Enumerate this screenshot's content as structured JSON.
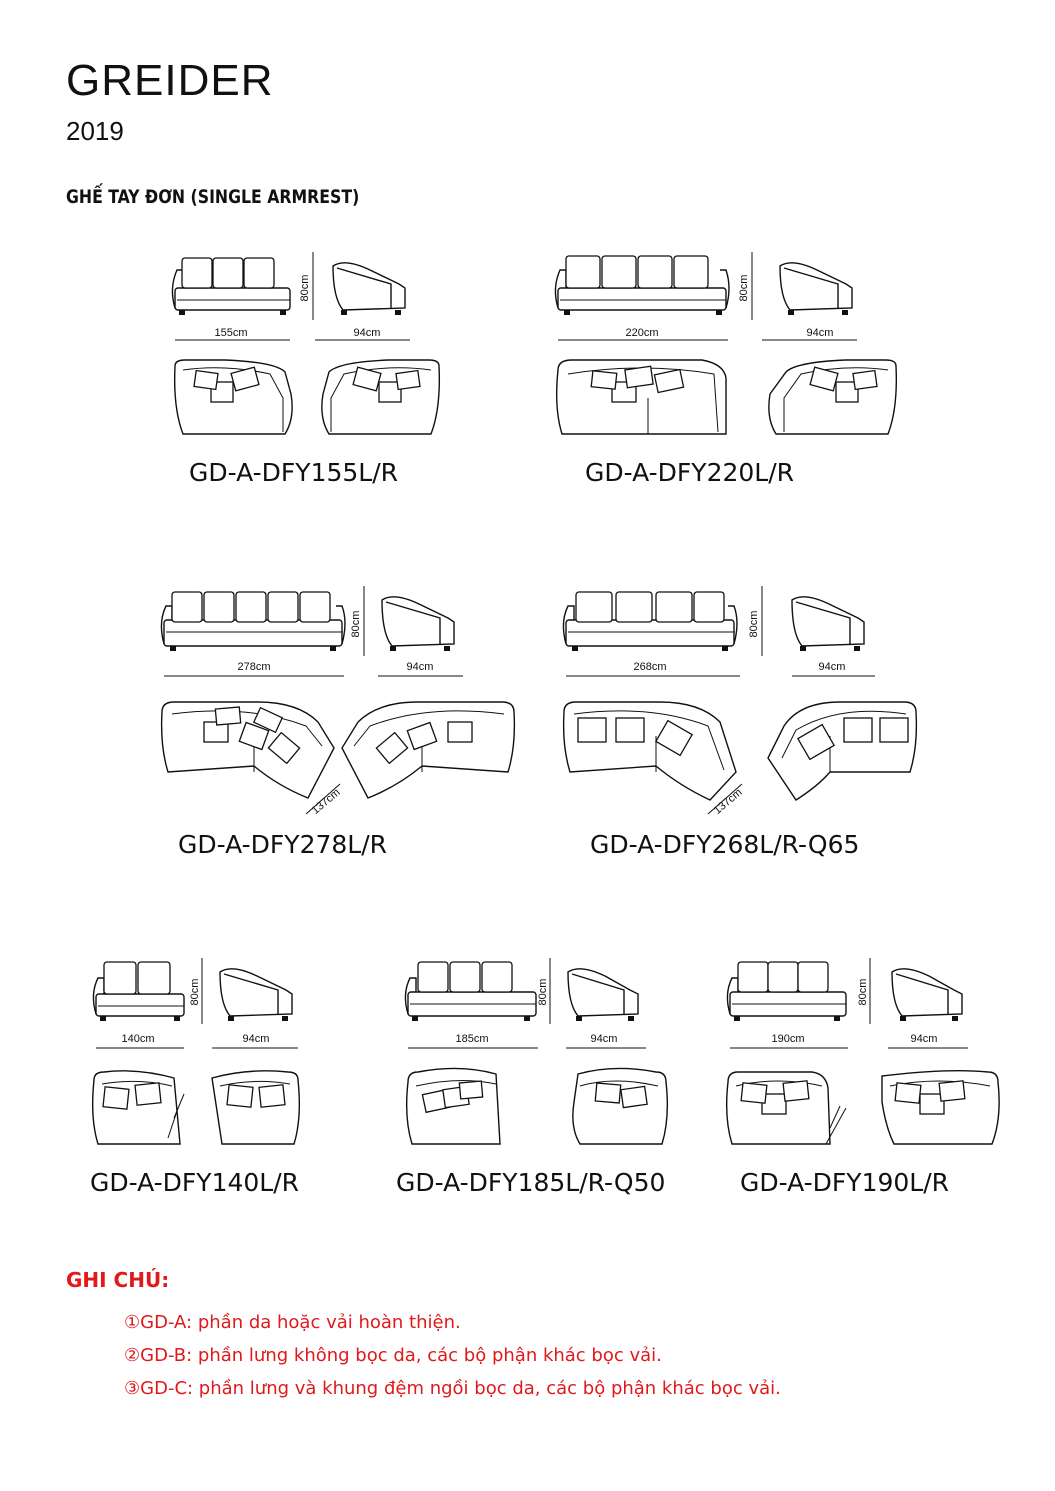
{
  "header": {
    "brand": "GREIDER",
    "year": "2019"
  },
  "section_title": "GHẾ TAY ĐƠN (SINGLE ARMREST)",
  "products": [
    {
      "code": "GD-A-DFY155L/R",
      "width": "155cm",
      "height": "80cm",
      "depth": "94cm",
      "cushions": 3,
      "layout": "straight"
    },
    {
      "code": "GD-A-DFY220L/R",
      "width": "220cm",
      "height": "80cm",
      "depth": "94cm",
      "cushions": 4,
      "layout": "straight"
    },
    {
      "code": "GD-A-DFY278L/R",
      "width": "278cm",
      "height": "80cm",
      "depth": "94cm",
      "cushions": 5,
      "layout": "curved",
      "curve_label": "137cm"
    },
    {
      "code": "GD-A-DFY268L/R-Q65",
      "width": "268cm",
      "height": "80cm",
      "depth": "94cm",
      "cushions": 4,
      "layout": "curved",
      "curve_label": "137cm"
    },
    {
      "code": "GD-A-DFY140L/R",
      "width": "140cm",
      "height": "80cm",
      "depth": "94cm",
      "cushions": 2,
      "layout": "straight"
    },
    {
      "code": "GD-A-DFY185L/R-Q50",
      "width": "185cm",
      "height": "80cm",
      "depth": "94cm",
      "cushions": 3,
      "layout": "straight"
    },
    {
      "code": "GD-A-DFY190L/R",
      "width": "190cm",
      "height": "80cm",
      "depth": "94cm",
      "cushions": 3,
      "layout": "straight"
    }
  ],
  "notes": {
    "title": "GHI CHÚ:",
    "items": [
      "①GD-A: phần da hoặc vải hoàn thiện.",
      "②GD-B: phần lưng không bọc da, các bộ phận khác bọc vải.",
      "③GD-C: phần lưng và khung đệm ngồi bọc da, các bộ phận khác bọc vải."
    ]
  }
}
